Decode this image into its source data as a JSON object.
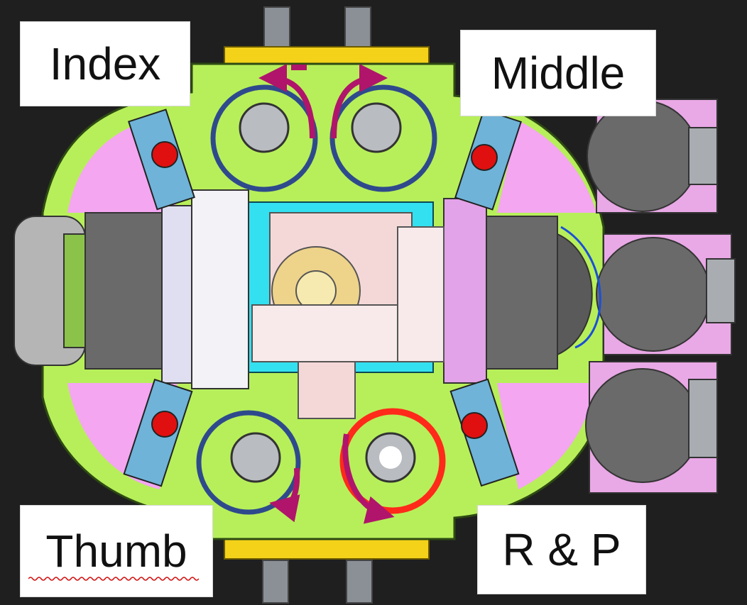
{
  "labels": {
    "index": "Index",
    "middle": "Middle",
    "thumb": "Thumb",
    "rp": "R & P"
  },
  "colors": {
    "background": "#1f1f1f",
    "plate": "#b7ef5a",
    "pink": "#f4a6f1",
    "cyan": "#33e0f0",
    "blue_ring": "#2f4a8c",
    "red_ring": "#ff2a1a",
    "arrow": "#b0156b",
    "yellow": "#f4d21a"
  }
}
